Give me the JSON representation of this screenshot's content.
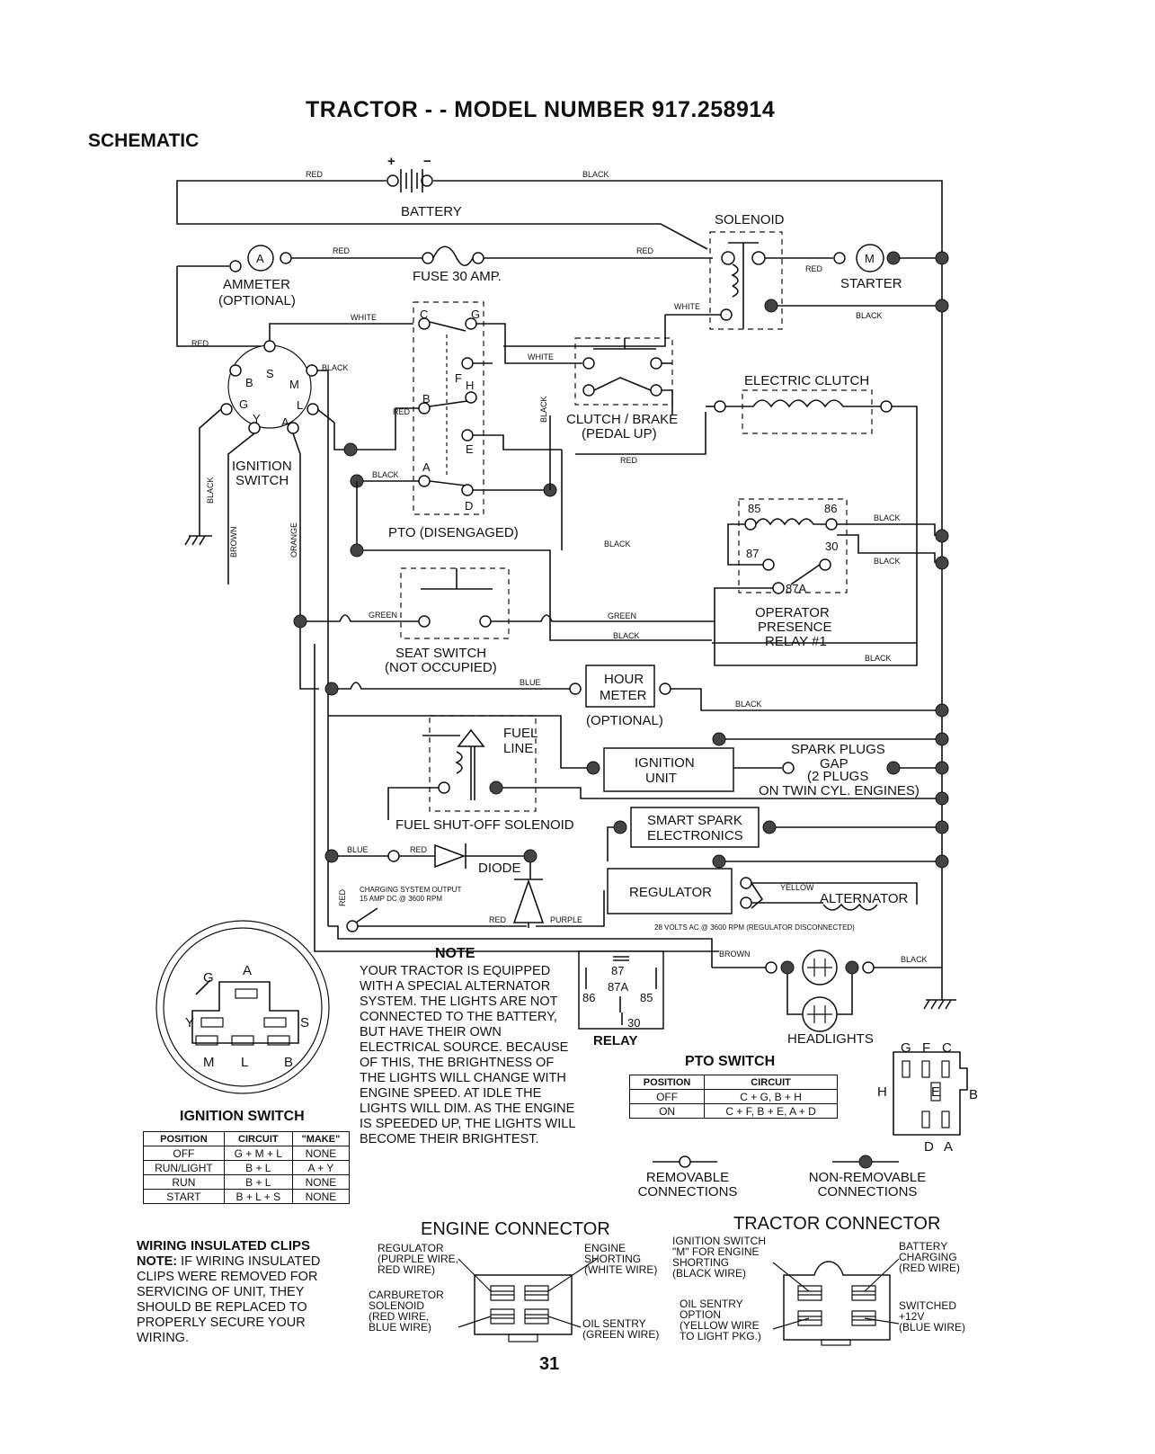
{
  "page": {
    "title": "TRACTOR - - MODEL NUMBER 917.258914",
    "section": "SCHEMATIC",
    "page_number": "31"
  },
  "symbols": {
    "plus": "+",
    "minus": "−"
  },
  "components": {
    "battery": "BATTERY",
    "solenoid": "SOLENOID",
    "ammeter_letter": "A",
    "ammeter": "AMMETER",
    "ammeter_optional": "(OPTIONAL)",
    "fuse": "FUSE 30 AMP.",
    "starter_letter": "M",
    "starter": "STARTER",
    "electric_clutch": "ELECTRIC CLUTCH",
    "clutch_brake_1": "CLUTCH / BRAKE",
    "clutch_brake_2": "(PEDAL UP)",
    "ignition_switch_1": "IGNITION",
    "ignition_switch_2": "SWITCH",
    "pto": "PTO (DISENGAGED)",
    "relay_1": "OPERATOR",
    "relay_2": "PRESENCE",
    "relay_3": "RELAY #1",
    "relay_pin_85": "85",
    "relay_pin_86": "86",
    "relay_pin_87": "87",
    "relay_pin_30": "30",
    "relay_pin_87a": "87A",
    "seat_switch_1": "SEAT SWITCH",
    "seat_switch_2": "(NOT OCCUPIED)",
    "hour_meter_1": "HOUR",
    "hour_meter_2": "METER",
    "hour_meter_optional": "(OPTIONAL)",
    "fuel_1": "FUEL",
    "fuel_2": "LINE",
    "ignition_unit_1": "IGNITION",
    "ignition_unit_2": "UNIT",
    "spark_1": "SPARK PLUGS",
    "spark_2": "GAP",
    "spark_3": "(2 PLUGS",
    "spark_4": "ON TWIN CYL. ENGINES)",
    "fuel_solenoid": "FUEL SHUT-OFF SOLENOID",
    "smart_spark_1": "SMART SPARK",
    "smart_spark_2": "ELECTRONICS",
    "diode": "DIODE",
    "charging_1": "CHARGING SYSTEM OUTPUT",
    "charging_2": "15 AMP DC @ 3600 RPM",
    "regulator": "REGULATOR",
    "alternator": "ALTERNATOR",
    "alternator_spec": "28 VOLTS AC @ 3600 RPM (REGULATOR DISCONNECTED)",
    "headlights": "HEADLIGHTS"
  },
  "terminals": {
    "B": "B",
    "S": "S",
    "M": "M",
    "G": "G",
    "L": "L",
    "Y": "Y",
    "A": "A",
    "C": "C",
    "F": "F",
    "H": "H",
    "E": "E",
    "D": "D"
  },
  "wires": {
    "red": "RED",
    "black": "BLACK",
    "white": "WHITE",
    "green": "GREEN",
    "blue": "BLUE",
    "brown": "BROWN",
    "orange": "ORANGE",
    "yellow": "YELLOW",
    "purple": "PURPLE"
  },
  "ignition_connector": {
    "G": "G",
    "A": "A",
    "Y": "Y",
    "S": "S",
    "M": "M",
    "L": "L",
    "B": "B"
  },
  "ignition_switch_table": {
    "title": "IGNITION SWITCH",
    "headers": [
      "POSITION",
      "CIRCUIT",
      "\"MAKE\""
    ],
    "rows": [
      [
        "OFF",
        "G + M + L",
        "NONE"
      ],
      [
        "RUN/LIGHT",
        "B + L",
        "A + Y"
      ],
      [
        "RUN",
        "B + L",
        "NONE"
      ],
      [
        "START",
        "B + L + S",
        "NONE"
      ]
    ]
  },
  "note": {
    "heading": "NOTE",
    "text": "YOUR TRACTOR IS EQUIPPED WITH A SPECIAL ALTERNATOR SYSTEM. THE LIGHTS ARE NOT CONNECTED TO THE BATTERY, BUT HAVE THEIR OWN ELECTRICAL SOURCE. BECAUSE OF THIS, THE BRIGHTNESS OF THE LIGHTS WILL CHANGE WITH ENGINE SPEED. AT IDLE THE LIGHTS WILL DIM. AS THE ENGINE IS SPEEDED UP, THE LIGHTS WILL BECOME THEIR BRIGHTEST."
  },
  "relay_symbol": {
    "label": "RELAY",
    "p87": "87",
    "p87a": "87A",
    "p86": "86",
    "p85": "85",
    "p30": "30"
  },
  "pto_switch_table": {
    "title": "PTO SWITCH",
    "headers": [
      "POSITION",
      "CIRCUIT"
    ],
    "rows": [
      [
        "OFF",
        "C + G, B + H"
      ],
      [
        "ON",
        "C + F, B + E, A + D"
      ]
    ]
  },
  "pto_connector": {
    "G": "G",
    "F": "F",
    "C": "C",
    "H": "H",
    "E": "E",
    "B": "B",
    "D": "D",
    "A": "A"
  },
  "legend": {
    "removable_1": "REMOVABLE",
    "removable_2": "CONNECTIONS",
    "non_removable_1": "NON-REMOVABLE",
    "non_removable_2": "CONNECTIONS"
  },
  "clips": {
    "heading": "WIRING INSULATED CLIPS",
    "note_label": "NOTE:",
    "text": " IF WIRING INSULATED CLIPS WERE REMOVED FOR SERVICING OF UNIT, THEY SHOULD BE REPLACED TO PROPERLY SECURE YOUR WIRING."
  },
  "engine_connector": {
    "title": "ENGINE CONNECTOR",
    "regulator": [
      "REGULATOR",
      "(PURPLE WIRE,",
      "RED WIRE)"
    ],
    "carburetor": [
      "CARBURETOR",
      "SOLENOID",
      "(RED WIRE,",
      "BLUE WIRE)"
    ],
    "shorting": [
      "ENGINE",
      "SHORTING",
      "(WHITE WIRE)"
    ],
    "oil": [
      "OIL SENTRY",
      "(GREEN WIRE)"
    ]
  },
  "tractor_connector": {
    "title": "TRACTOR CONNECTOR",
    "ignition": [
      "IGNITION SWITCH",
      "\"M\" FOR ENGINE",
      "SHORTING",
      "(BLACK WIRE)"
    ],
    "oil": [
      "OIL SENTRY",
      "OPTION",
      "(YELLOW WIRE",
      "TO LIGHT PKG.)"
    ],
    "battery": [
      "BATTERY",
      "CHARGING",
      "(RED WIRE)"
    ],
    "switched": [
      "SWITCHED",
      "+12V",
      "(BLUE WIRE)"
    ]
  }
}
